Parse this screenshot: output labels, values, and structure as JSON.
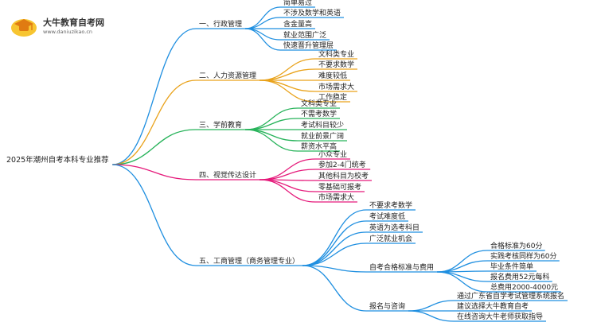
{
  "brand": {
    "name": "大牛教育自考网",
    "url": "www.daniuzikao.cn"
  },
  "root": "2025年潮州自考本科专业推荐",
  "colors": {
    "blue": "#1f8fe0",
    "gold": "#e9a21a",
    "green": "#27b35a",
    "pink": "#e5197a"
  },
  "branches": [
    {
      "label": "一、行政管理",
      "color": "blue",
      "children": [
        "简单易过",
        "不涉及数学和英语",
        "含金量高",
        "就业范围广泛",
        "快速晋升管理层"
      ]
    },
    {
      "label": "二、人力资源管理",
      "color": "gold",
      "children": [
        "文科类专业",
        "不要求数学",
        "难度较低",
        "市场需求大",
        "工作稳定"
      ]
    },
    {
      "label": "三、学前教育",
      "color": "green",
      "children": [
        "文科类专业",
        "不需考数学",
        "考试科目较少",
        "就业前景广阔",
        "薪资水平高"
      ]
    },
    {
      "label": "四、视觉传达设计",
      "color": "pink",
      "children": [
        "小众专业",
        "参加2-4门统考",
        "其他科目为校考",
        "零基础可报考",
        "市场需求大"
      ]
    },
    {
      "label": "五、工商管理（商务管理专业）",
      "color": "blue",
      "children": [
        {
          "label": "不要求考数学"
        },
        {
          "label": "考试难度低"
        },
        {
          "label": "英语为选考科目"
        },
        {
          "label": "广泛就业机会"
        },
        {
          "label": "自考合格标准与费用",
          "children": [
            "合格标准为60分",
            "实践考核同样为60分",
            "毕业条件简单",
            "报名费用52元每科",
            "总费用2000-4000元"
          ]
        },
        {
          "label": "报名与咨询",
          "children": [
            "通过广东省自学考试管理系统报名",
            "建议选择大牛教育自考",
            "在线咨询大牛老师获取指导"
          ]
        }
      ]
    }
  ]
}
